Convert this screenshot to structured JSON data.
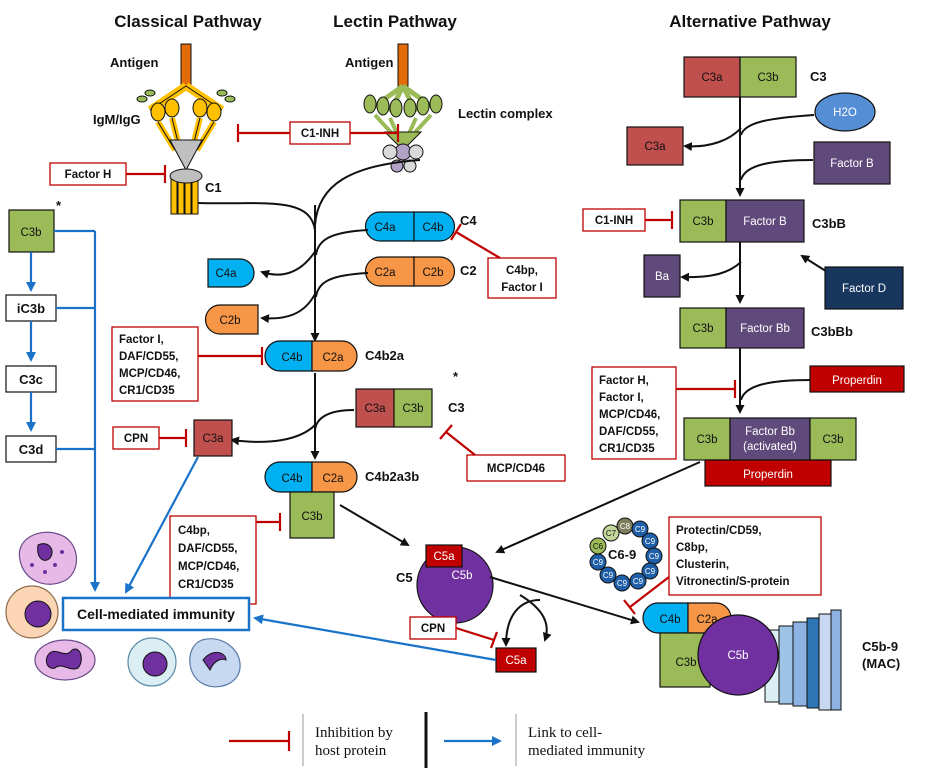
{
  "titles": {
    "classical": "Classical Pathway",
    "lectin": "Lectin Pathway",
    "alternative": "Alternative Pathway"
  },
  "labels": {
    "antigen_left": "Antigen",
    "antigen_mid": "Antigen",
    "igm_igg": "IgM/IgG",
    "lectin_complex": "Lectin complex",
    "c1": "C1",
    "c4": "C4",
    "c2": "C2",
    "c4b2a": "C4b2a",
    "c3_mid": "C3",
    "c4b2a3b": "C4b2a3b",
    "c5": "C5",
    "c3_alt": "C3",
    "c3bb": "C3bB",
    "c3bbb": "C3bBb",
    "c6_9": "C6-9",
    "c5b_9": "C5b-9",
    "mac": "(MAC)",
    "star1": "*",
    "star2": "*"
  },
  "proteins": {
    "c3b_left": "C3b",
    "ic3b": "iC3b",
    "c3c": "C3c",
    "c3d": "C3d",
    "c4a_top": "C4a",
    "c4b_top": "C4b",
    "c2a_top": "C2a",
    "c2b_top": "C2b",
    "c4a_out": "C4a",
    "c2b_out": "C2b",
    "c4b_1": "C4b",
    "c2a_1": "C2a",
    "c3a_mid": "C3a",
    "c3b_mid": "C3b",
    "c3a_out": "C3a",
    "c4b_2": "C4b",
    "c2a_2": "C2a",
    "c3b_2": "C3b",
    "c5a_on": "C5a",
    "c5b": "C5b",
    "c5a_free": "C5a",
    "c3a_alt": "C3a",
    "c3b_alt": "C3b",
    "h2o": "H2O",
    "c3a_alt_out": "C3a",
    "factor_b_in": "Factor B",
    "c3b_c3bb": "C3b",
    "factor_b": "Factor B",
    "ba": "Ba",
    "factor_d": "Factor D",
    "c3b_c3bbb": "C3b",
    "factor_bb": "Factor Bb",
    "properdin_in": "Properdin",
    "c3b_conv_l": "C3b",
    "factor_bb_act_1": "Factor Bb",
    "factor_bb_act_2": "(activated)",
    "c3b_conv_r": "C3b",
    "properdin_bound": "Properdin",
    "mac_c4b": "C4b",
    "mac_c2a": "C2a",
    "mac_c3b": "C3b",
    "mac_c5b": "C5b",
    "c6_9_items": [
      "C7",
      "C8",
      "C9",
      "C9",
      "C9",
      "C9",
      "C9",
      "C9",
      "C9",
      "C9",
      "C6"
    ]
  },
  "inhibitors": {
    "c1_inh": "C1-INH",
    "factor_h": "Factor H",
    "c4bp_factor_i": [
      "C4bp,",
      "Factor I"
    ],
    "c4b2a_group": [
      "Factor I,",
      "DAF/CD55,",
      "MCP/CD46,",
      "CR1/CD35"
    ],
    "cpn_1": "CPN",
    "mcp": "MCP/CD46",
    "c4bp_group": [
      "C4bp,",
      "DAF/CD55,",
      "MCP/CD46,",
      "CR1/CD35"
    ],
    "cpn_2": "CPN",
    "c1_inh_alt": "C1-INH",
    "alt_group": [
      "Factor H,",
      "Factor I,",
      "MCP/CD46,",
      "DAF/CD55,",
      "CR1/CD35"
    ],
    "mac_group": [
      "Protectin/CD59,",
      "C8bp,",
      "Clusterin,",
      "Vitronectin/S-protein"
    ]
  },
  "cell_mediated": "Cell-mediated immunity",
  "legend": {
    "inhibition_1": "Inhibition by",
    "inhibition_2": "host protein",
    "link_1": "Link to cell-",
    "link_2": "mediated immunity"
  },
  "colors": {
    "green": "#9bbb59",
    "blue": "#00b0f0",
    "orange": "#f79646",
    "darkred": "#c0504d",
    "purple": "#604a7b",
    "navy": "#17375e",
    "properdin": "#c00000",
    "c5a": "#c00000",
    "c5b": "#7030a0",
    "inhibit": "#c00000",
    "link": "#1a73c8"
  }
}
